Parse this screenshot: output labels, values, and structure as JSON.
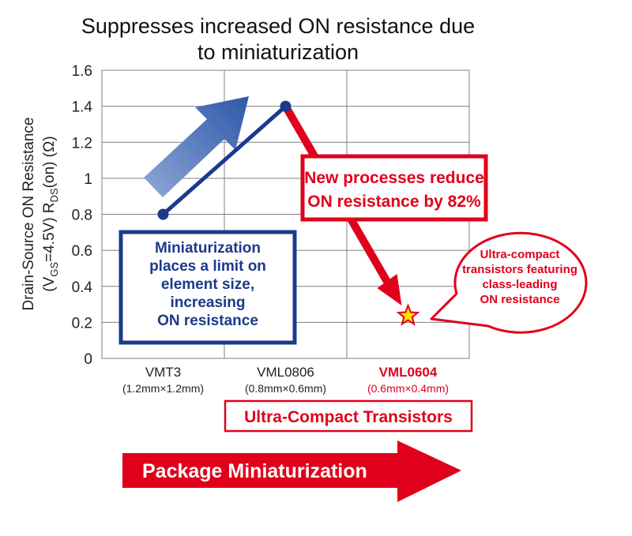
{
  "chart_data": {
    "type": "line",
    "title_line1": "Suppresses increased ON resistance due",
    "title_line2": "to miniaturization",
    "ylabel": {
      "line1": "Drain-Source ON Resistance",
      "line2_pre": "(V",
      "line2_sub1": "GS",
      "line2_mid": "=4.5V)  R",
      "line2_sub2": "DS",
      "line2_post": "(on) (Ω)"
    },
    "ylim": [
      0,
      1.6
    ],
    "yticks": [
      "0",
      "0.2",
      "0.4",
      "0.6",
      "0.8",
      "1",
      "1.2",
      "1.4",
      "1.6"
    ],
    "grid": true,
    "categories": [
      {
        "name": "VMT3",
        "size": "(1.2mm×1.2mm)",
        "highlight": false
      },
      {
        "name": "VML0806",
        "size": "(0.8mm×0.6mm)",
        "highlight": false
      },
      {
        "name": "VML0604",
        "size": "(0.6mm×0.4mm)",
        "highlight": true
      }
    ],
    "series": [
      {
        "color": "#1b3a8c",
        "x": [
          0.5,
          1.5
        ],
        "values": [
          0.8,
          1.4
        ]
      },
      {
        "color": "#e0001b",
        "x": [
          1.5,
          2.5
        ],
        "values": [
          1.4,
          0.25
        ]
      }
    ],
    "annotations": {
      "blue_box": [
        "Miniaturization",
        "places a limit on",
        "element size,",
        "increasing",
        "ON resistance"
      ],
      "red_box": [
        "New processes reduce",
        "ON resistance by 82%"
      ],
      "bubble": [
        "Ultra-compact",
        "transistors featuring",
        "class-leading",
        "ON resistance"
      ],
      "ultra_compact_label": "Ultra-Compact Transistors",
      "package_arrow": "Package Miniaturization"
    },
    "colors": {
      "blue": "#1b3a8c",
      "red": "#e0001b",
      "light_blue": "#5b7bbf",
      "star": "#ffe600",
      "grid": "#808080"
    }
  }
}
